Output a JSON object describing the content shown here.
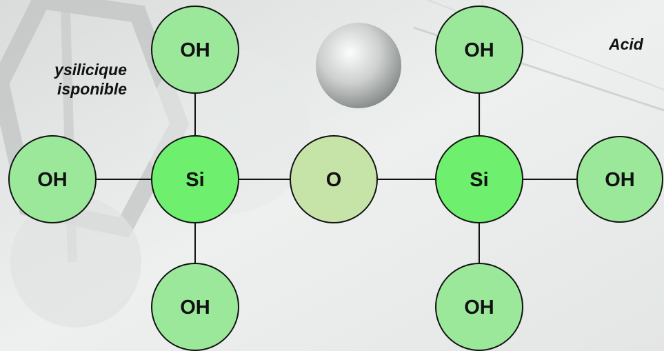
{
  "captions": {
    "left_line1": "ysilicique",
    "left_line2": "isponible",
    "right_line1": "Acid"
  },
  "molecule": {
    "atoms": [
      {
        "id": "oh-top-left",
        "label": "OH"
      },
      {
        "id": "oh-left",
        "label": "OH"
      },
      {
        "id": "si-left",
        "label": "Si"
      },
      {
        "id": "oh-bottom-left",
        "label": "OH"
      },
      {
        "id": "o-bridge",
        "label": "O"
      },
      {
        "id": "si-right",
        "label": "Si"
      },
      {
        "id": "oh-top-right",
        "label": "OH"
      },
      {
        "id": "oh-right",
        "label": "OH"
      },
      {
        "id": "oh-bottom-right",
        "label": "OH"
      }
    ]
  },
  "colors": {
    "oh_fill": "#9be89b",
    "si_fill": "#6ef06e",
    "o_fill": "#c6e3a8",
    "stroke": "#111111"
  }
}
